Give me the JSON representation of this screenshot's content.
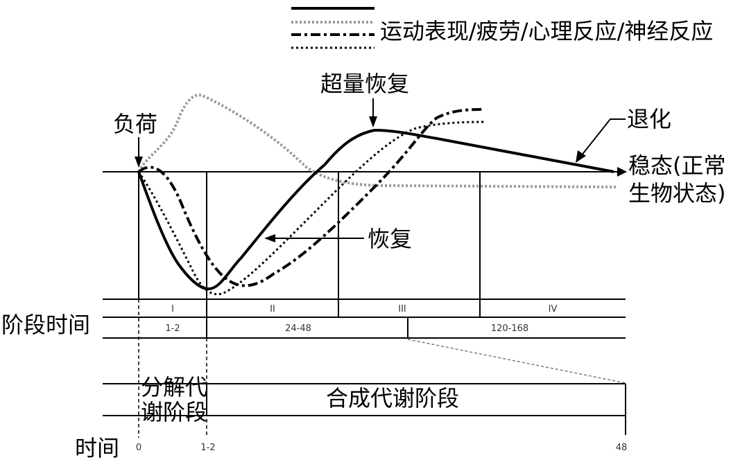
{
  "legend": {
    "label": "运动表现/疲劳/心理反应/神经反应"
  },
  "annotations": {
    "load": "负荷",
    "supercompensation": "超量恢复",
    "detraining": "退化",
    "homeostasis_line1": "稳态(正常",
    "homeostasis_line2": "生物状态)",
    "recovery": "恢复"
  },
  "phase_table": {
    "row_label": "阶段时间",
    "phases": [
      "I",
      "II",
      "III",
      "IV"
    ],
    "durations": [
      "1-2",
      "24-48",
      "120-168"
    ]
  },
  "metabolism": {
    "catabolic_line1": "分解代",
    "catabolic_line2": "谢阶段",
    "anabolic": "合成代谢阶段"
  },
  "time_axis": {
    "label": "时间",
    "ticks": [
      "0",
      "1-2",
      "48"
    ]
  }
}
